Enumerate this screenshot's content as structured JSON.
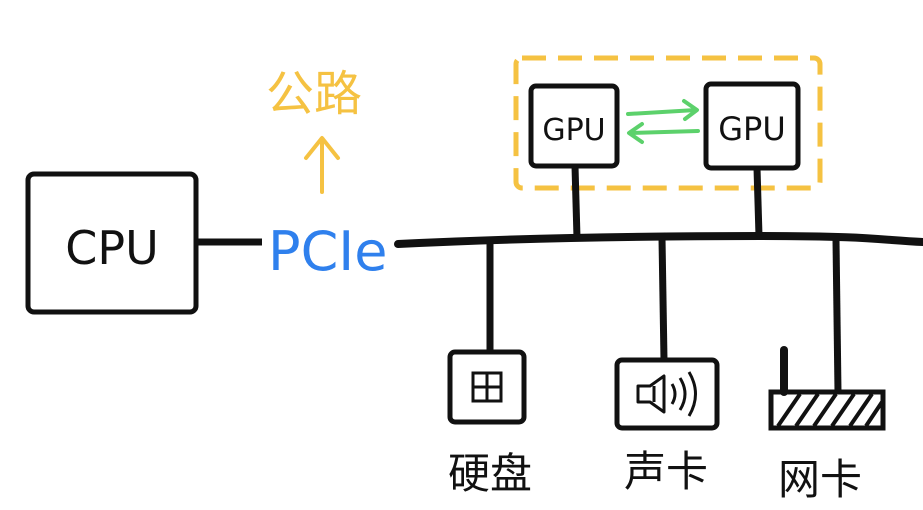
{
  "labels": {
    "cpu": "CPU",
    "pcie": "PCIe",
    "bus": "公路",
    "gpu_left": "GPU",
    "gpu_right": "GPU",
    "disk": "硬盘",
    "sound_card": "声卡",
    "network_card": "网卡"
  },
  "colors": {
    "ink": "#111111",
    "pcie": "#2f80ed",
    "bus_label": "#f5c242",
    "gpu_group": "#f5c242",
    "gpu_link": "#5cd16b",
    "background": "#ffffff"
  },
  "icons": {
    "disk": "disk-grid-icon",
    "sound_card": "speaker-waves-icon",
    "network_card": "router-antenna-icon"
  }
}
